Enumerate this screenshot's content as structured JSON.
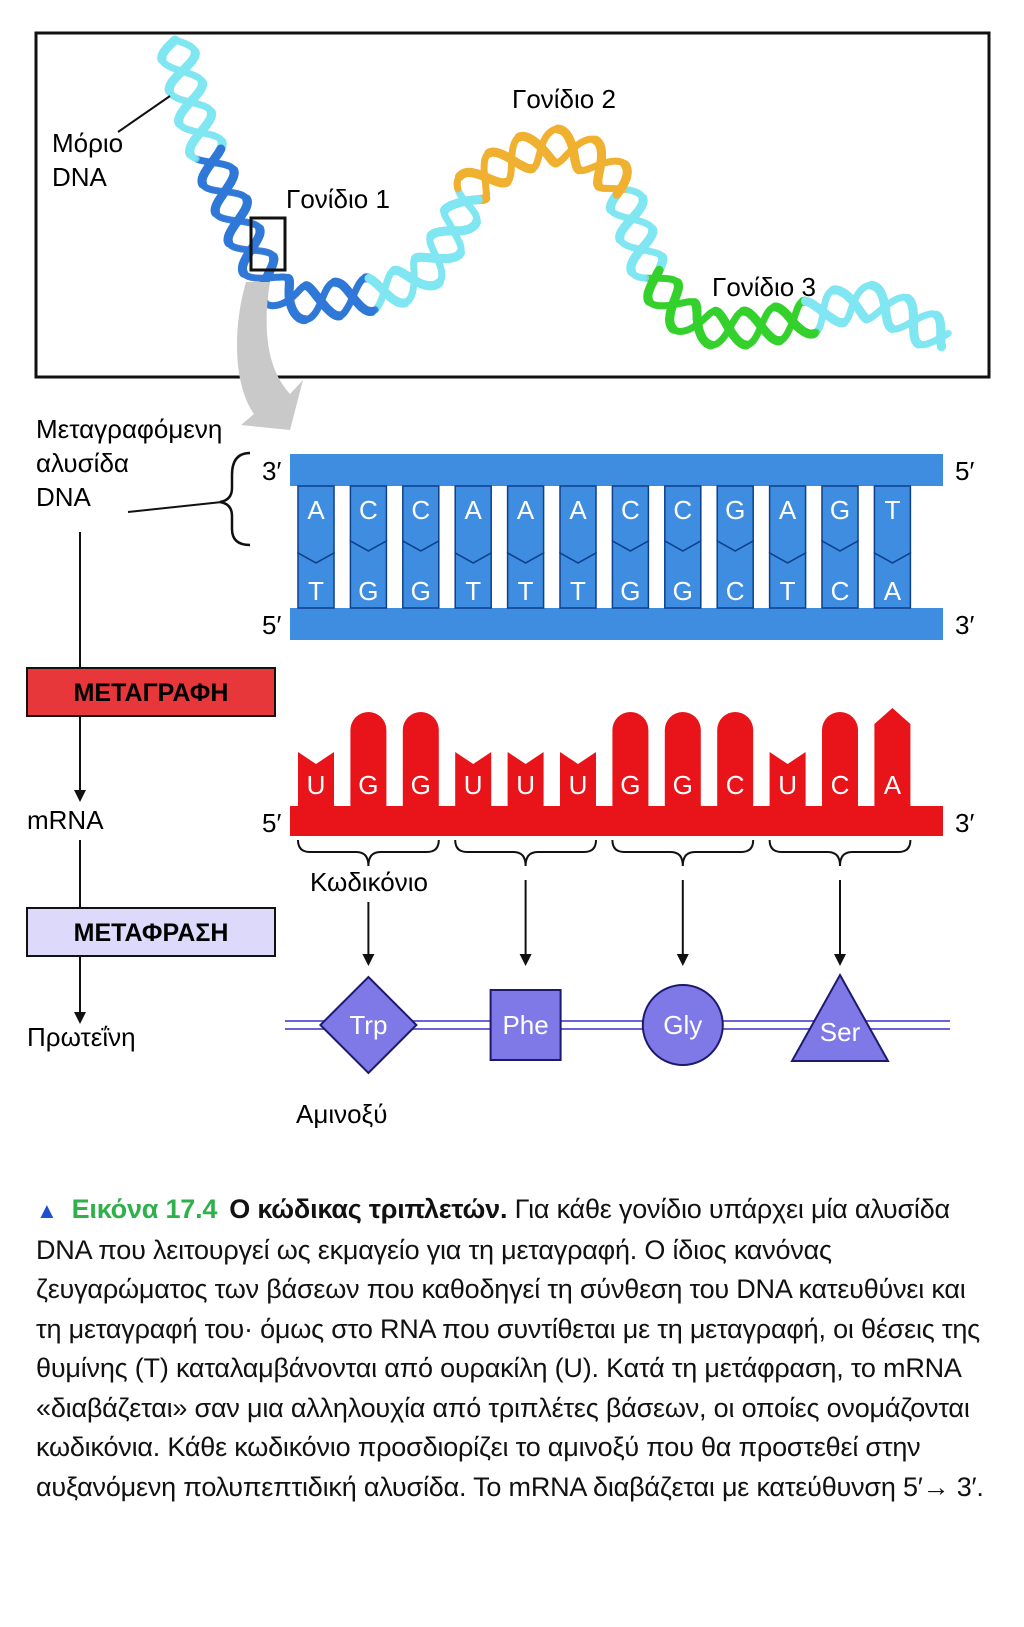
{
  "overview": {
    "dna_label_line1": "Μόριο",
    "dna_label_line2": "DNA",
    "gene1": "Γονίδιο 1",
    "gene2": "Γονίδιο 2",
    "gene3": "Γονίδιο 3"
  },
  "template_strand_label": [
    "Μεταγραφόμενη",
    "αλυσίδα",
    "DNA"
  ],
  "dna": {
    "top_left_end": "3′",
    "top_right_end": "5′",
    "bottom_left_end": "5′",
    "bottom_right_end": "3′",
    "top_bases": [
      "A",
      "C",
      "C",
      "A",
      "A",
      "A",
      "C",
      "C",
      "G",
      "A",
      "G",
      "T"
    ],
    "bottom_bases": [
      "T",
      "G",
      "G",
      "T",
      "T",
      "T",
      "G",
      "G",
      "C",
      "T",
      "C",
      "A"
    ]
  },
  "process": {
    "transcription": "ΜΕΤΑΓΡΑΦΗ",
    "mrna": "mRNA",
    "translation": "ΜΕΤΑΦΡΑΣΗ",
    "protein": "Πρωτεΐνη"
  },
  "mrna": {
    "left_end": "5′",
    "right_end": "3′",
    "bases": [
      "U",
      "G",
      "G",
      "U",
      "U",
      "U",
      "G",
      "G",
      "C",
      "U",
      "C",
      "A"
    ],
    "codon_label": "Κωδικόνιο"
  },
  "protein": {
    "amino_acids": [
      {
        "name": "Trp",
        "shape": "diamond"
      },
      {
        "name": "Phe",
        "shape": "square"
      },
      {
        "name": "Gly",
        "shape": "circle"
      },
      {
        "name": "Ser",
        "shape": "triangle"
      }
    ],
    "amino_acid_label": "Αμινοξύ"
  },
  "caption": {
    "figure_number": "Εικόνα 17.4",
    "title": "Ο κώδικας τριπλετών.",
    "text": "Για κάθε γονίδιο υπάρχει μία αλυσίδα DNA που λειτουργεί ως εκμαγείο για τη μεταγραφή. Ο ίδιος κανόνας ζευγαρώματος των βάσεων που καθοδηγεί τη σύνθεση του DNA κατευθύνει και τη μεταγραφή του· όμως στο RNA που συντίθεται με τη μεταγραφή, οι θέσεις της θυμίνης (T) καταλαμβάνονται από ουρακίλη (U). Κατά τη μετάφραση, το mRNA «διαβάζεται» σαν μια αλληλουχία από τριπλέτες βάσεων, οι οποίες ονομάζονται κωδικόνια. Κάθε κωδικόνιο προσδιορίζει το αμινοξύ που θα προστεθεί στην αυξανόμενη πολυπεπτιδική αλυσίδα. Το mRNA διαβάζεται με κατεύθυνση 5′→ 3′."
  },
  "colors": {
    "dna_blue": "#3f8de0",
    "dna_light": "#7fe6f2",
    "gene1": "#2f78d8",
    "gene2": "#f0b030",
    "gene3": "#34d12c",
    "mrna_red": "#e8141a",
    "transcription_box": "#e8373b",
    "translation_box": "#ddd9fb",
    "amino": "#7f79e8",
    "caption_figure": "#2fb04a"
  }
}
